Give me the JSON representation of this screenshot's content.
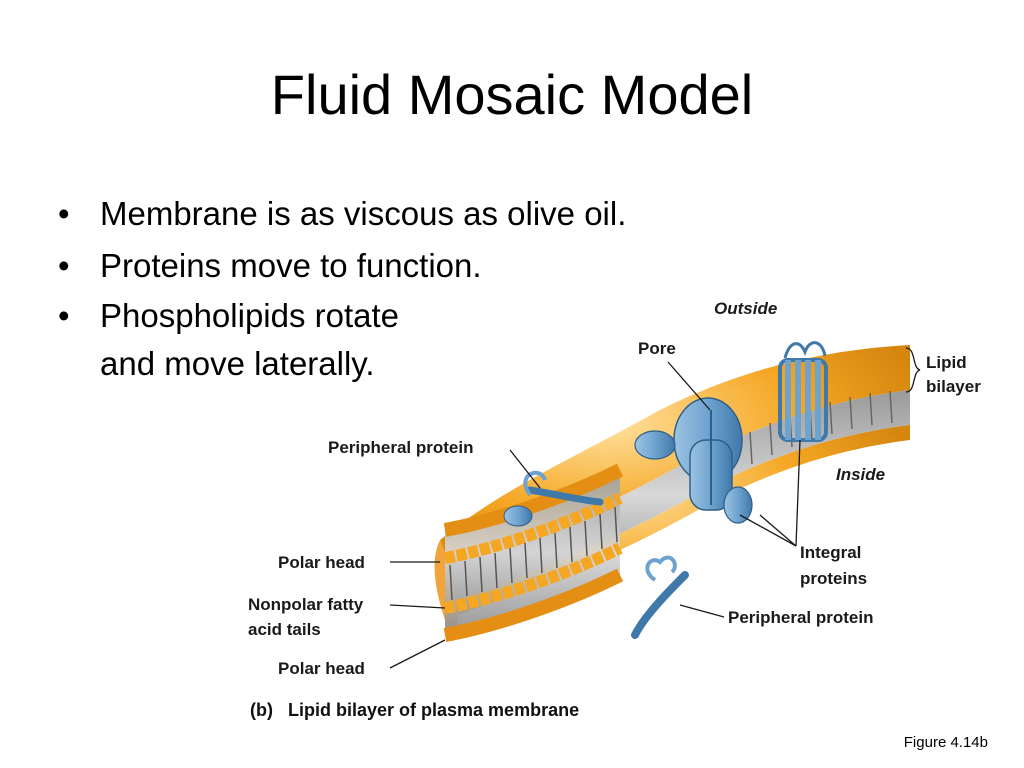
{
  "slide": {
    "title": "Fluid Mosaic Model",
    "bullets": [
      "Membrane is as viscous as olive oil.",
      "Proteins move to function.",
      "Phospholipids rotate",
      "and move laterally."
    ],
    "bullet_glyph": "•",
    "figure_ref": "Figure 4.14b"
  },
  "diagram": {
    "labels": {
      "outside": "Outside",
      "inside": "Inside",
      "pore": "Pore",
      "lipid_bilayer_1": "Lipid",
      "lipid_bilayer_2": "bilayer",
      "peripheral_protein_top": "Peripheral protein",
      "peripheral_protein_bottom": "Peripheral protein",
      "polar_head_top": "Polar head",
      "polar_head_bottom": "Polar head",
      "nonpolar_1": "Nonpolar fatty",
      "nonpolar_2": "acid tails",
      "integral_1": "Integral",
      "integral_2": "proteins"
    },
    "caption_letter": "(b)",
    "caption_text": "Lipid bilayer of plasma membrane",
    "colors": {
      "head": "#f5a623",
      "head_highlight": "#ffd27a",
      "tails": "#8a8a8a",
      "protein": "#6fa3cf",
      "protein_dark": "#3f79aa"
    }
  }
}
